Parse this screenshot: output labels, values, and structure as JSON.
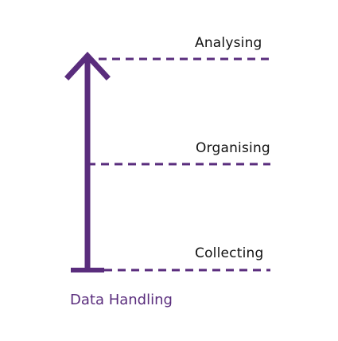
{
  "diagram": {
    "caption": "Data Handling",
    "stages": [
      {
        "label": "Analysing"
      },
      {
        "label": "Organising"
      },
      {
        "label": "Collecting"
      }
    ],
    "colors": {
      "accent": "#5a2d7d",
      "text": "#111111"
    }
  }
}
